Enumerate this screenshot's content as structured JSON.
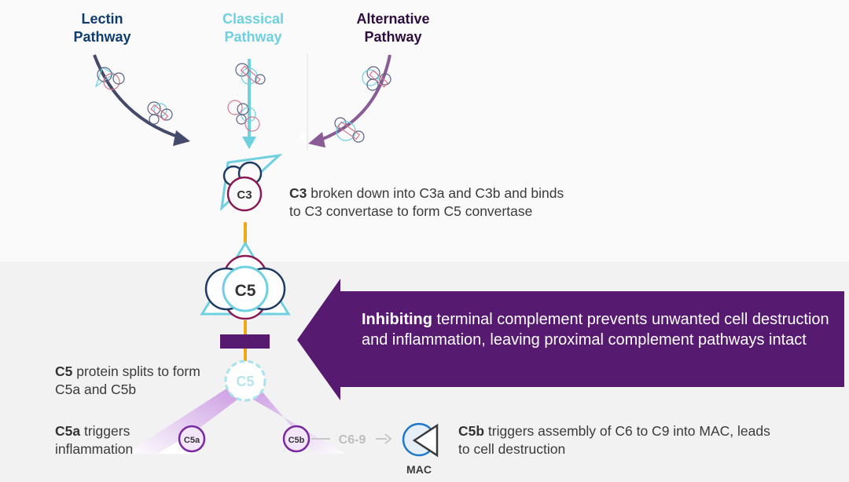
{
  "pathways": {
    "lectin": {
      "line1": "Lectin",
      "line2": "Pathway",
      "color": "#0f3d6e"
    },
    "classical": {
      "line1": "Classical",
      "line2": "Pathway",
      "color": "#6fd0e0"
    },
    "alternative": {
      "line1": "Alternative",
      "line2": "Pathway",
      "color": "#2e0e3d"
    }
  },
  "nodes": {
    "c3": "C3",
    "c5": "C5",
    "c5_split": "C5",
    "c5a": "C5a",
    "c5b": "C5b",
    "c6_9": "C6-9",
    "mac": "MAC"
  },
  "descriptions": {
    "c3": {
      "bold": "C3",
      "text": " broken down into C3a and C3b and binds to C3 convertase to form C5 convertase"
    },
    "c5": {
      "bold": "C5",
      "text": " protein splits to form C5a and C5b"
    },
    "c5a": {
      "bold": "C5a",
      "text": " triggers inflammation"
    },
    "c5b": {
      "bold": "C5b",
      "text": " triggers assembly of C6 to C9 into MAC, leads to cell destruction"
    }
  },
  "inhibition": {
    "bold": "Inhibiting",
    "text": " terminal complement prevents unwanted cell destruction and inflammation, leaving proximal complement pathways intact",
    "color": "#561a70"
  },
  "colors": {
    "navy": "#1f3b63",
    "teal": "#6fd0e0",
    "maroon": "#8a1a55",
    "purple": "#7b3fa0",
    "orange": "#f0a818",
    "dark_purple": "#561a70",
    "mac_blue": "#1f78c8"
  }
}
